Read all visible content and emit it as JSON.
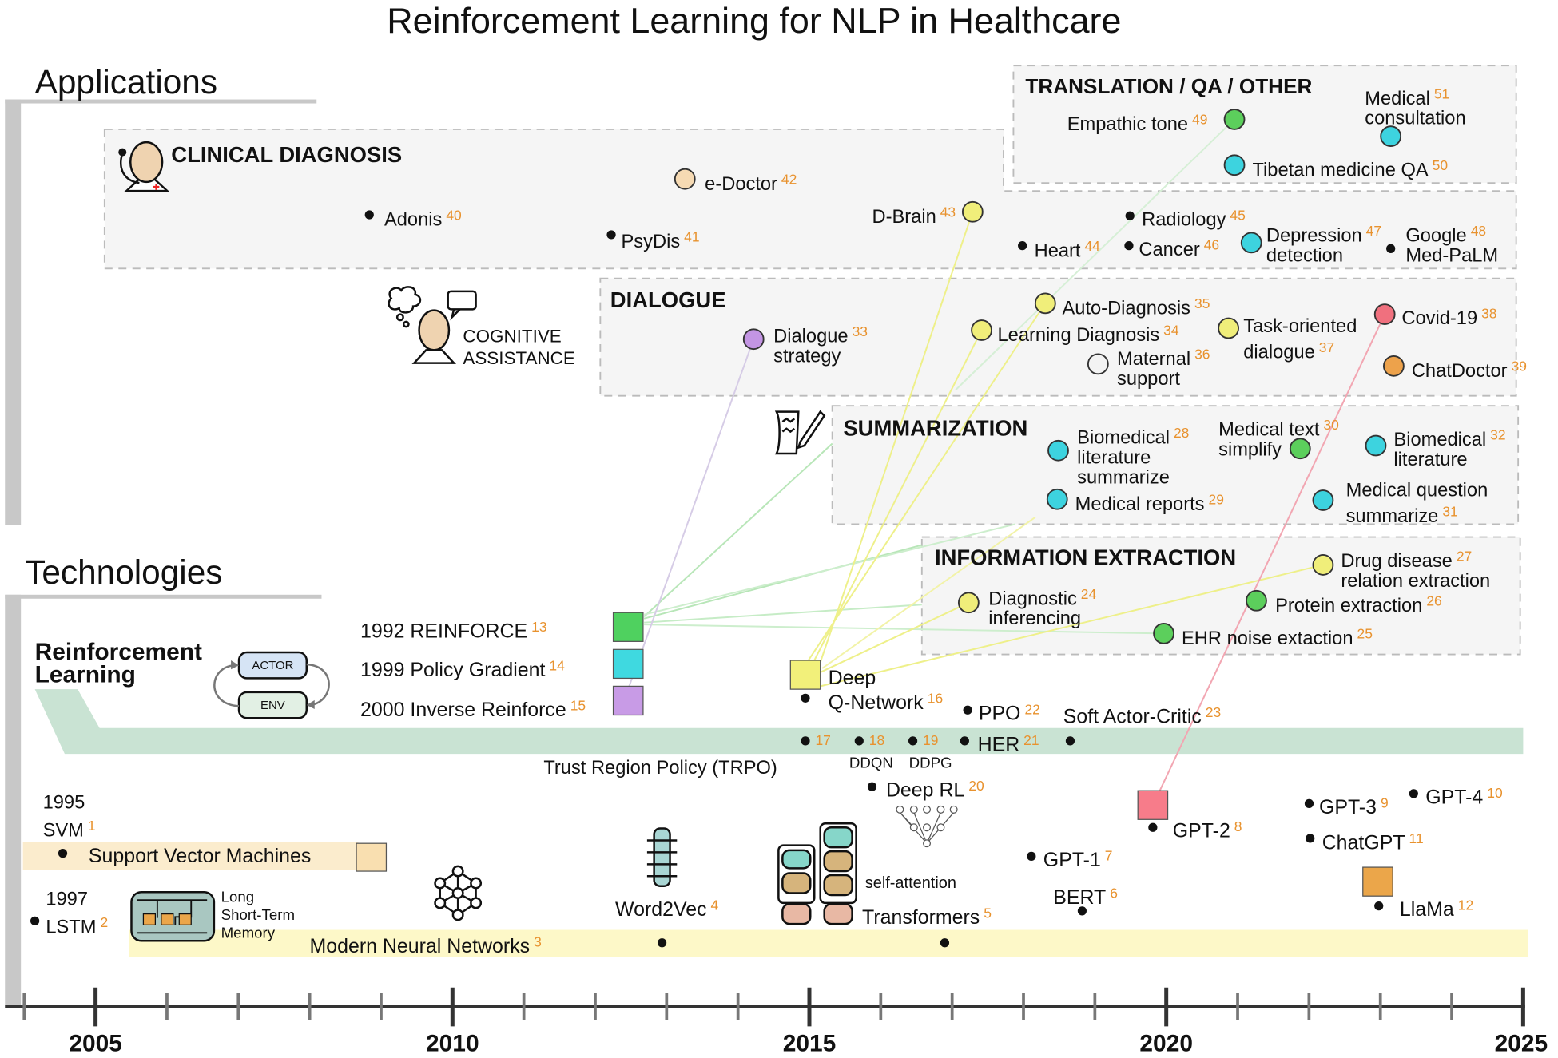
{
  "title": "Reinforcement Learning for NLP in Healthcare",
  "applications": {
    "heading": "Applications",
    "cognitive_label": [
      "COGNITIVE",
      "ASSISTANCE"
    ],
    "sections": [
      {
        "title": "CLINICAL DIAGNOSIS",
        "items": [
          {
            "ref": "40",
            "lines": [
              "Adonis"
            ],
            "marker": "dot"
          },
          {
            "ref": "41",
            "lines": [
              "PsyDis"
            ],
            "marker": "dot"
          },
          {
            "ref": "42",
            "lines": [
              "e-Doctor"
            ],
            "marker": "circle",
            "color": "#f6dab3"
          },
          {
            "ref": "43",
            "lines": [
              "D-Brain"
            ],
            "marker": "circle",
            "color": "#f0ee7a"
          },
          {
            "ref": "44",
            "lines": [
              "Heart"
            ],
            "marker": "dot"
          },
          {
            "ref": "45",
            "lines": [
              "Radiology"
            ],
            "marker": "dot"
          },
          {
            "ref": "46",
            "lines": [
              "Cancer"
            ],
            "marker": "dot"
          },
          {
            "ref": "47",
            "lines": [
              "Depression",
              "detection"
            ],
            "marker": "circle",
            "color": "#3dd3df"
          },
          {
            "ref": "48",
            "lines": [
              "Google",
              "Med-PaLM"
            ],
            "marker": "dot"
          }
        ]
      },
      {
        "title": "TRANSLATION / QA / OTHER",
        "items": [
          {
            "ref": "49",
            "lines": [
              "Empathic tone"
            ],
            "marker": "circle",
            "color": "#5ccf5c"
          },
          {
            "ref": "50",
            "lines": [
              "Tibetan medicine QA"
            ],
            "marker": "circle",
            "color": "#3dd3df"
          },
          {
            "ref": "51",
            "lines": [
              "Medical",
              "consultation"
            ],
            "marker": "circle",
            "color": "#3dd3df"
          }
        ]
      },
      {
        "title": "DIALOGUE",
        "items": [
          {
            "ref": "33",
            "lines": [
              "Dialogue",
              "strategy"
            ],
            "marker": "circle",
            "color": "#c395e3"
          },
          {
            "ref": "34",
            "lines": [
              "Learning Diagnosis"
            ],
            "marker": "circle",
            "color": "#f0ee7a"
          },
          {
            "ref": "35",
            "lines": [
              "Auto-Diagnosis"
            ],
            "marker": "circle",
            "color": "#f0ee7a"
          },
          {
            "ref": "36",
            "lines": [
              "Maternal",
              "support"
            ],
            "marker": "circle",
            "color": "#f3f3f3"
          },
          {
            "ref": "37",
            "lines": [
              "Task-oriented",
              "dialogue"
            ],
            "marker": "circle",
            "color": "#f0ee7a"
          },
          {
            "ref": "38",
            "lines": [
              "Covid-19"
            ],
            "marker": "circle",
            "color": "#f0707e"
          },
          {
            "ref": "39",
            "lines": [
              "ChatDoctor"
            ],
            "marker": "circle",
            "color": "#eda24b"
          }
        ]
      },
      {
        "title": "SUMMARIZATION",
        "items": [
          {
            "ref": "28",
            "lines": [
              "Biomedical",
              "literature",
              "summarize"
            ],
            "marker": "circle",
            "color": "#3dd3df"
          },
          {
            "ref": "29",
            "lines": [
              "Medical reports"
            ],
            "marker": "circle",
            "color": "#3dd3df"
          },
          {
            "ref": "30",
            "lines": [
              "Medical text",
              "simplify"
            ],
            "marker": "circle",
            "color": "#5ccf5c"
          },
          {
            "ref": "31",
            "lines": [
              "Medical question",
              "summarize"
            ],
            "marker": "circle",
            "color": "#3dd3df"
          },
          {
            "ref": "32",
            "lines": [
              "Biomedical",
              "literature"
            ],
            "marker": "circle",
            "color": "#3dd3df"
          }
        ]
      },
      {
        "title": "INFORMATION EXTRACTION",
        "items": [
          {
            "ref": "24",
            "lines": [
              "Diagnostic",
              "inferencing"
            ],
            "marker": "circle",
            "color": "#f0ee7a"
          },
          {
            "ref": "25",
            "lines": [
              "EHR noise extaction"
            ],
            "marker": "circle",
            "color": "#5ccf5c"
          },
          {
            "ref": "26",
            "lines": [
              "Protein extraction"
            ],
            "marker": "circle",
            "color": "#5ccf5c"
          },
          {
            "ref": "27",
            "lines": [
              "Drug disease",
              "relation extraction"
            ],
            "marker": "circle",
            "color": "#f0ee7a"
          }
        ]
      }
    ]
  },
  "technologies": {
    "heading": "Technologies",
    "rl_title": [
      "Reinforcement",
      "Learning"
    ],
    "actor_label": "ACTOR",
    "env_label": "ENV",
    "svm_band_label": "Support Vector Machines",
    "lstm_caption": [
      "Long",
      "Short-Term",
      "Memory"
    ],
    "trpo_label": "Trust Region Policy (TRPO)",
    "ddqn_label": "DDQN",
    "ddpg_label": "DDPG",
    "self_attention_label": "self-attention",
    "items": [
      {
        "ref": "1",
        "lines": [
          "1995",
          "SVM"
        ]
      },
      {
        "ref": "2",
        "lines": [
          "1997",
          "LSTM"
        ]
      },
      {
        "ref": "3",
        "lines": [
          "Modern Neural Networks"
        ]
      },
      {
        "ref": "4",
        "lines": [
          "Word2Vec"
        ]
      },
      {
        "ref": "5",
        "lines": [
          "Transformers"
        ]
      },
      {
        "ref": "6",
        "lines": [
          "BERT"
        ]
      },
      {
        "ref": "7",
        "lines": [
          "GPT-1"
        ]
      },
      {
        "ref": "8",
        "lines": [
          "GPT-2"
        ],
        "color": "#f77c8a"
      },
      {
        "ref": "9",
        "lines": [
          "GPT-3"
        ]
      },
      {
        "ref": "10",
        "lines": [
          "GPT-4"
        ]
      },
      {
        "ref": "11",
        "lines": [
          "ChatGPT"
        ]
      },
      {
        "ref": "12",
        "lines": [
          "LlaMa"
        ],
        "color": "#eba64a"
      },
      {
        "ref": "13",
        "lines": [
          "1992  REINFORCE"
        ],
        "color": "#4fd15f"
      },
      {
        "ref": "14",
        "lines": [
          "1999  Policy Gradient"
        ],
        "color": "#3fd9e0"
      },
      {
        "ref": "15",
        "lines": [
          "2000  Inverse Reinforce"
        ],
        "color": "#c89be6"
      },
      {
        "ref": "16",
        "lines": [
          "Deep",
          "Q-Network"
        ],
        "color": "#f2f07a"
      },
      {
        "ref": "17",
        "lines": [
          ""
        ]
      },
      {
        "ref": "18",
        "lines": [
          ""
        ]
      },
      {
        "ref": "19",
        "lines": [
          ""
        ]
      },
      {
        "ref": "20",
        "lines": [
          "Deep RL"
        ]
      },
      {
        "ref": "21",
        "lines": [
          "HER"
        ]
      },
      {
        "ref": "22",
        "lines": [
          "PPO"
        ]
      },
      {
        "ref": "23",
        "lines": [
          "Soft Actor-Critic"
        ]
      }
    ]
  },
  "timeline": {
    "years": [
      "2005",
      "2010",
      "2015",
      "2020",
      "2025"
    ]
  },
  "colors": {
    "reference": "#e8922e",
    "rl_band": "#c9e3d3",
    "nn_band": "#fdf8c8",
    "svm_band": "#fbeccd",
    "section_bg": "#f5f5f5",
    "svm_square": "#f9dfb0"
  }
}
